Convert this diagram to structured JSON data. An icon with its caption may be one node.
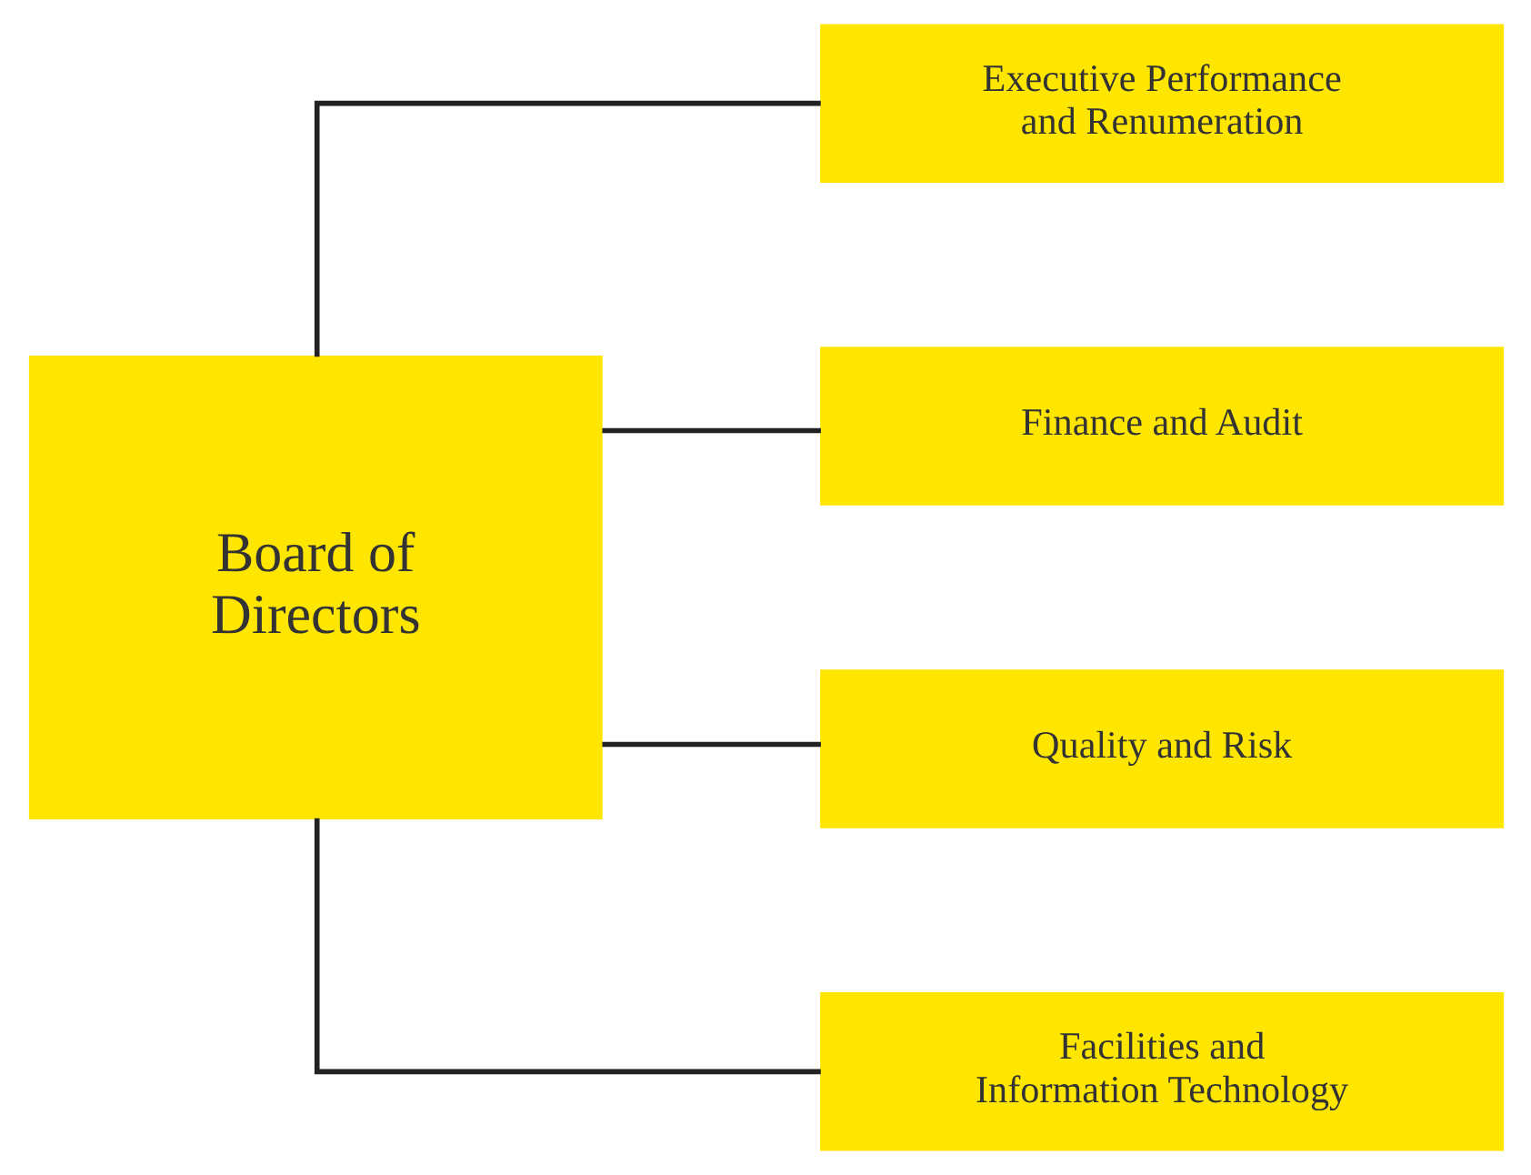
{
  "diagram": {
    "nodes": [
      {
        "text": [
          "Board of Directors"
        ]
      },
      {
        "text": [
          "Executive Performance and Renumeration"
        ]
      },
      {
        "text": [
          "Finance and Audit"
        ]
      },
      {
        "text": [
          "Quality and Risk"
        ]
      },
      {
        "text": [
          "Facilities and Information Technology"
        ]
      }
    ],
    "edges": [
      {
        "from": 0,
        "to": 1,
        "arrow": "none"
      },
      {
        "from": 0,
        "to": 2,
        "arrow": "none"
      },
      {
        "from": 0,
        "to": 3,
        "arrow": "none"
      },
      {
        "from": 0,
        "to": 4,
        "arrow": "none"
      }
    ]
  }
}
